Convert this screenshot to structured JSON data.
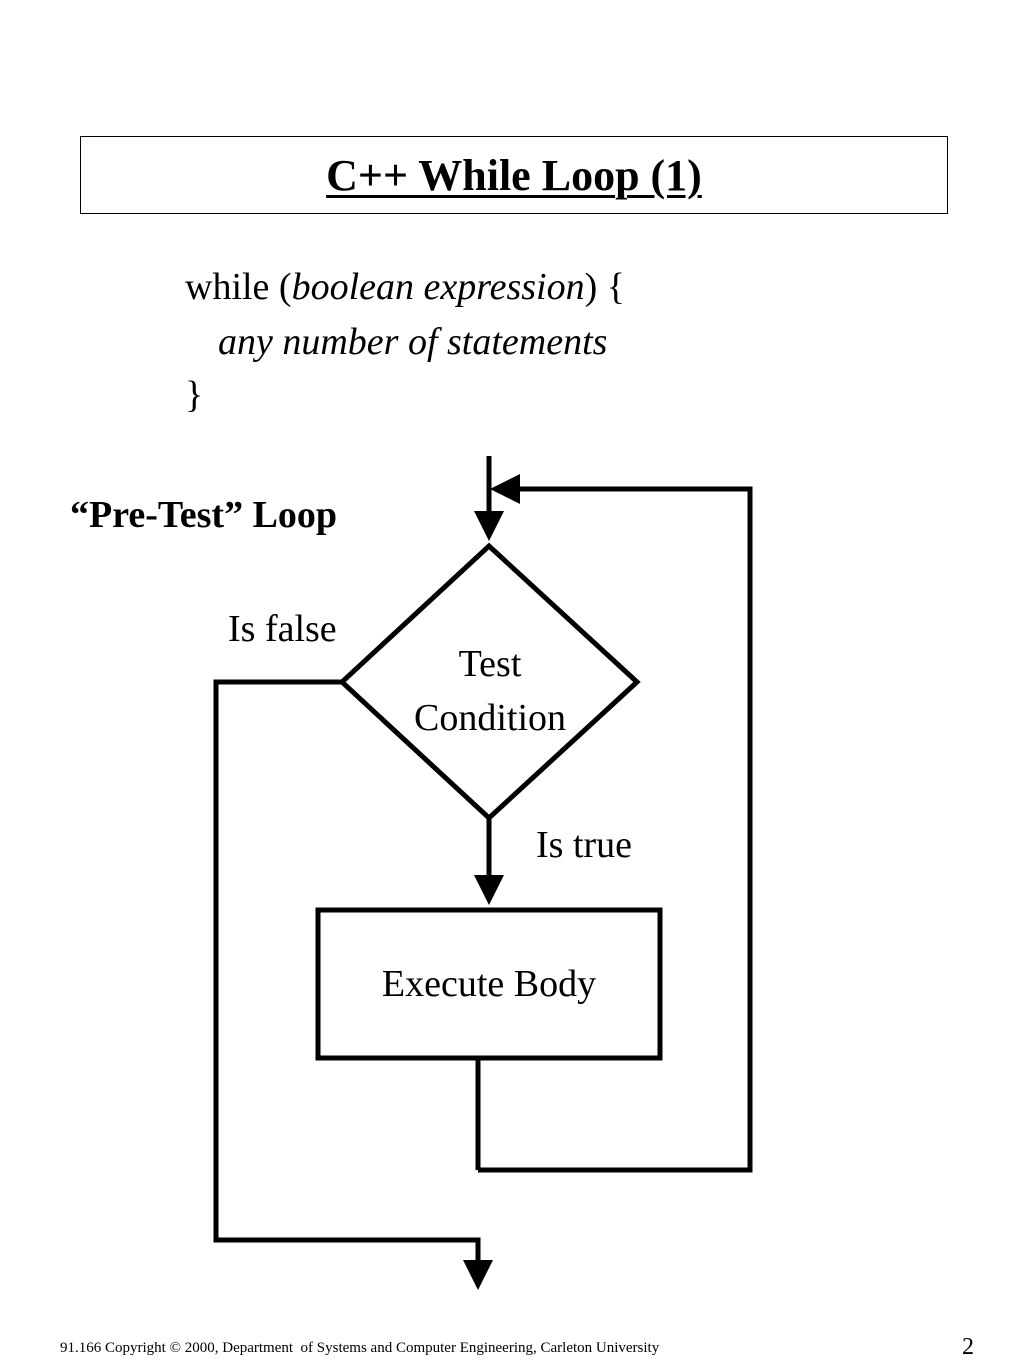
{
  "slide": {
    "title": "C++ While Loop (1)",
    "code": {
      "line1_prefix": "while (",
      "line1_italic": "boolean expression",
      "line1_suffix": ") {",
      "line2_italic": "any number of statements",
      "line3": "}"
    },
    "subtitle": "“Pre-Test” Loop"
  },
  "flowchart": {
    "false_label": "Is false",
    "true_label": "Is true",
    "decision_line1": "Test",
    "decision_line2": "Condition",
    "process_label": "Execute Body"
  },
  "footer": {
    "copyright": "91.166 Copyright © 2000, Department  of Systems and Computer Engineering, Carleton University",
    "page_number": "2"
  }
}
